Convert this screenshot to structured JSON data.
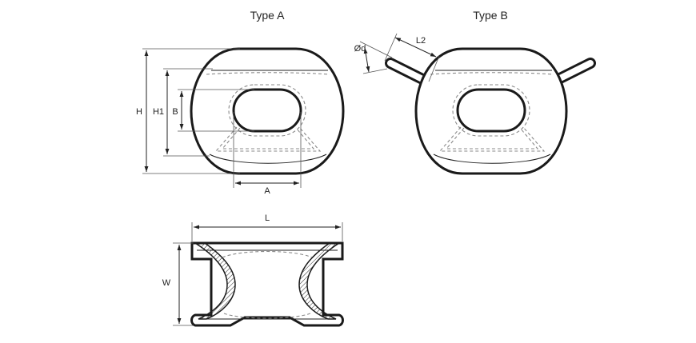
{
  "titles": {
    "type_a": "Type A",
    "type_b": "Type B"
  },
  "dimensions": {
    "h": "H",
    "h1": "H1",
    "b": "B",
    "a": "A",
    "d": "Ød",
    "l2": "L2",
    "l": "L",
    "w": "W"
  },
  "colors": {
    "line": "#1a1a1a",
    "hidden_line": "#8a8a8a",
    "background": "#ffffff"
  }
}
